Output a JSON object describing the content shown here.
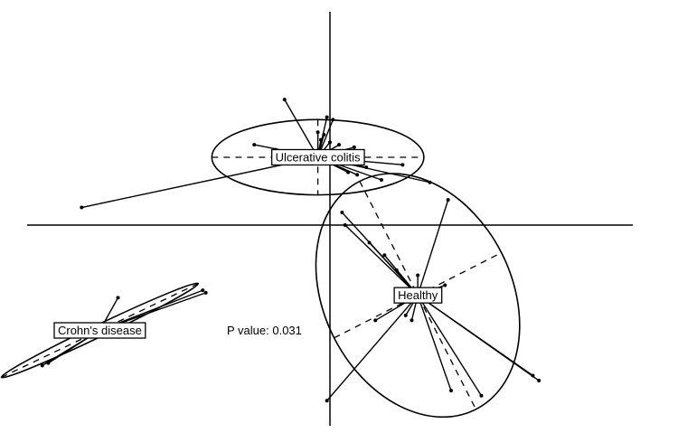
{
  "chart_data": {
    "type": "scatter",
    "subtype": "PCoA / between-class ordination plot with group star links and inertia ellipses",
    "annotation": "P value: 0.031",
    "axes": {
      "x_range": [
        -1.0,
        1.0
      ],
      "y_range": [
        -0.8,
        0.85
      ],
      "origin_axes": true,
      "grid": false
    },
    "groups": [
      {
        "name": "Ulcerative colitis",
        "centroid": [
          -0.04,
          0.27
        ],
        "ellipse": {
          "rx": 0.35,
          "ry": 0.15,
          "angle_deg": 0
        },
        "points": [
          [
            -0.15,
            0.5
          ],
          [
            -0.01,
            0.43
          ],
          [
            0.01,
            0.42
          ],
          [
            -0.02,
            0.36
          ],
          [
            -0.25,
            0.32
          ],
          [
            -0.18,
            0.3
          ],
          [
            -0.04,
            0.37
          ],
          [
            -0.03,
            0.34
          ],
          [
            0.0,
            0.33
          ],
          [
            0.03,
            0.32
          ],
          [
            0.08,
            0.31
          ],
          [
            0.12,
            0.23
          ],
          [
            0.24,
            0.24
          ],
          [
            0.33,
            0.17
          ],
          [
            0.06,
            0.21
          ],
          [
            0.09,
            0.2
          ],
          [
            0.17,
            0.18
          ],
          [
            -0.82,
            0.07
          ]
        ]
      },
      {
        "name": "Healthy",
        "centroid": [
          0.29,
          -0.28
        ],
        "ellipse": {
          "rx": 0.31,
          "ry": 0.51,
          "angle_deg": -27
        },
        "points": [
          [
            0.39,
            0.1
          ],
          [
            0.04,
            0.05
          ],
          [
            0.05,
            0.0
          ],
          [
            0.13,
            -0.07
          ],
          [
            0.18,
            -0.12
          ],
          [
            0.22,
            -0.18
          ],
          [
            0.29,
            -0.2
          ],
          [
            0.38,
            -0.24
          ],
          [
            0.25,
            -0.36
          ],
          [
            0.27,
            -0.38
          ],
          [
            0.15,
            -0.38
          ],
          [
            0.67,
            -0.6
          ],
          [
            0.69,
            -0.62
          ],
          [
            0.4,
            -0.66
          ],
          [
            0.5,
            -0.68
          ],
          [
            -0.01,
            -0.7
          ]
        ]
      },
      {
        "name": "Crohn's disease",
        "centroid": [
          -0.76,
          -0.42
        ],
        "ellipse": {
          "rx": 0.36,
          "ry": 0.024,
          "angle_deg": -25.5
        },
        "points": [
          [
            -0.41,
            -0.27
          ],
          [
            -0.42,
            -0.26
          ],
          [
            -0.7,
            -0.29
          ],
          [
            -0.93,
            -0.55
          ],
          [
            -0.95,
            -0.56
          ]
        ]
      }
    ]
  }
}
